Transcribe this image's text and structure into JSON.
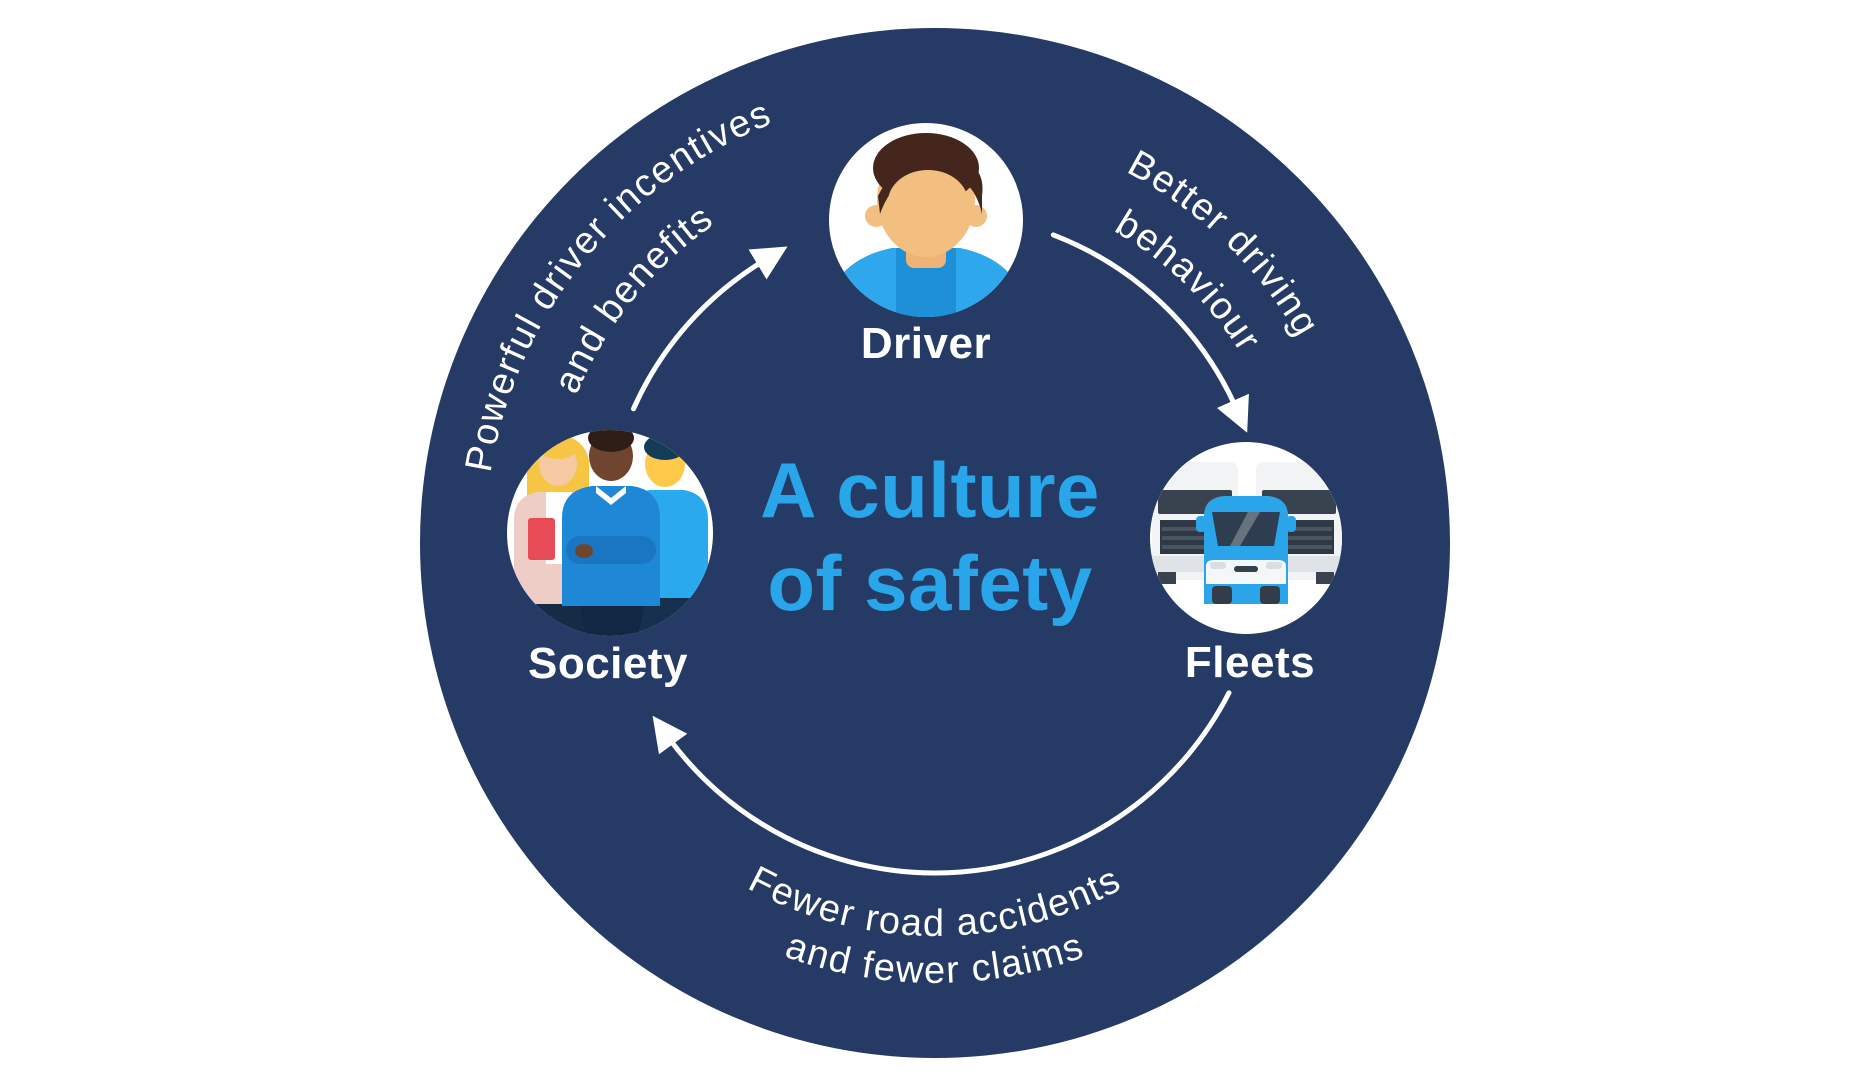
{
  "diagram": {
    "center_title": {
      "line1": "A culture",
      "line2": "of safety"
    },
    "nodes": {
      "driver": {
        "label": "Driver"
      },
      "fleets": {
        "label": "Fleets"
      },
      "society": {
        "label": "Society"
      }
    },
    "arrows": {
      "society_to_driver": {
        "line1": "Powerful driver incentives",
        "line2": "and benefits"
      },
      "driver_to_fleets": {
        "line1": "Better driving",
        "line2": "behaviour"
      },
      "fleets_to_society": {
        "line1": "Fewer road accidents",
        "line2": "and fewer claims"
      }
    },
    "colors": {
      "circle_navy": "#263A66",
      "accent_blue": "#29A6E9",
      "label_white": "#FFFFFF"
    }
  }
}
